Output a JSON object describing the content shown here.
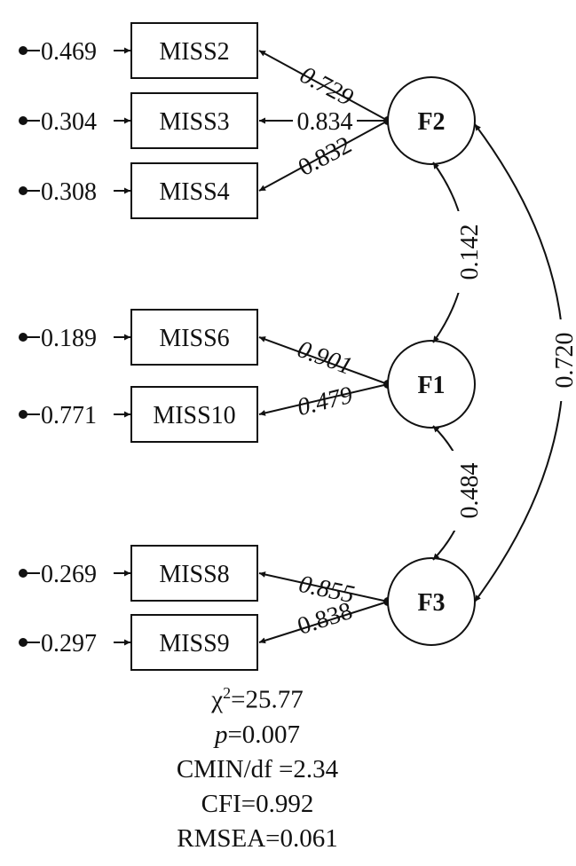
{
  "indicators": [
    {
      "name": "MISS2",
      "error": "0.469"
    },
    {
      "name": "MISS3",
      "error": "0.304"
    },
    {
      "name": "MISS4",
      "error": "0.308"
    },
    {
      "name": "MISS6",
      "error": "0.189"
    },
    {
      "name": "MISS10",
      "error": "0.771"
    },
    {
      "name": "MISS8",
      "error": "0.269"
    },
    {
      "name": "MISS9",
      "error": "0.297"
    }
  ],
  "factors": {
    "f1": "F1",
    "f2": "F2",
    "f3": "F3"
  },
  "loadings": {
    "f2_miss2": "0.729",
    "f2_miss3": "0.834",
    "f2_miss4": "0.832",
    "f1_miss6": "0.901",
    "f1_miss10": "0.479",
    "f3_miss8": "0.855",
    "f3_miss9": "0.838"
  },
  "correlations": {
    "f2_f1": "0.142",
    "f1_f3": "0.484",
    "f2_f3": "0.720"
  },
  "fit": {
    "chi_symbol": "χ",
    "chi_sup": "2",
    "chi_value": "=25.77",
    "p_symbol": "p",
    "p_value": "=0.007",
    "cmin": "CMIN/df =2.34",
    "cfi": "CFI=0.992",
    "rmsea": "RMSEA=0.061"
  }
}
